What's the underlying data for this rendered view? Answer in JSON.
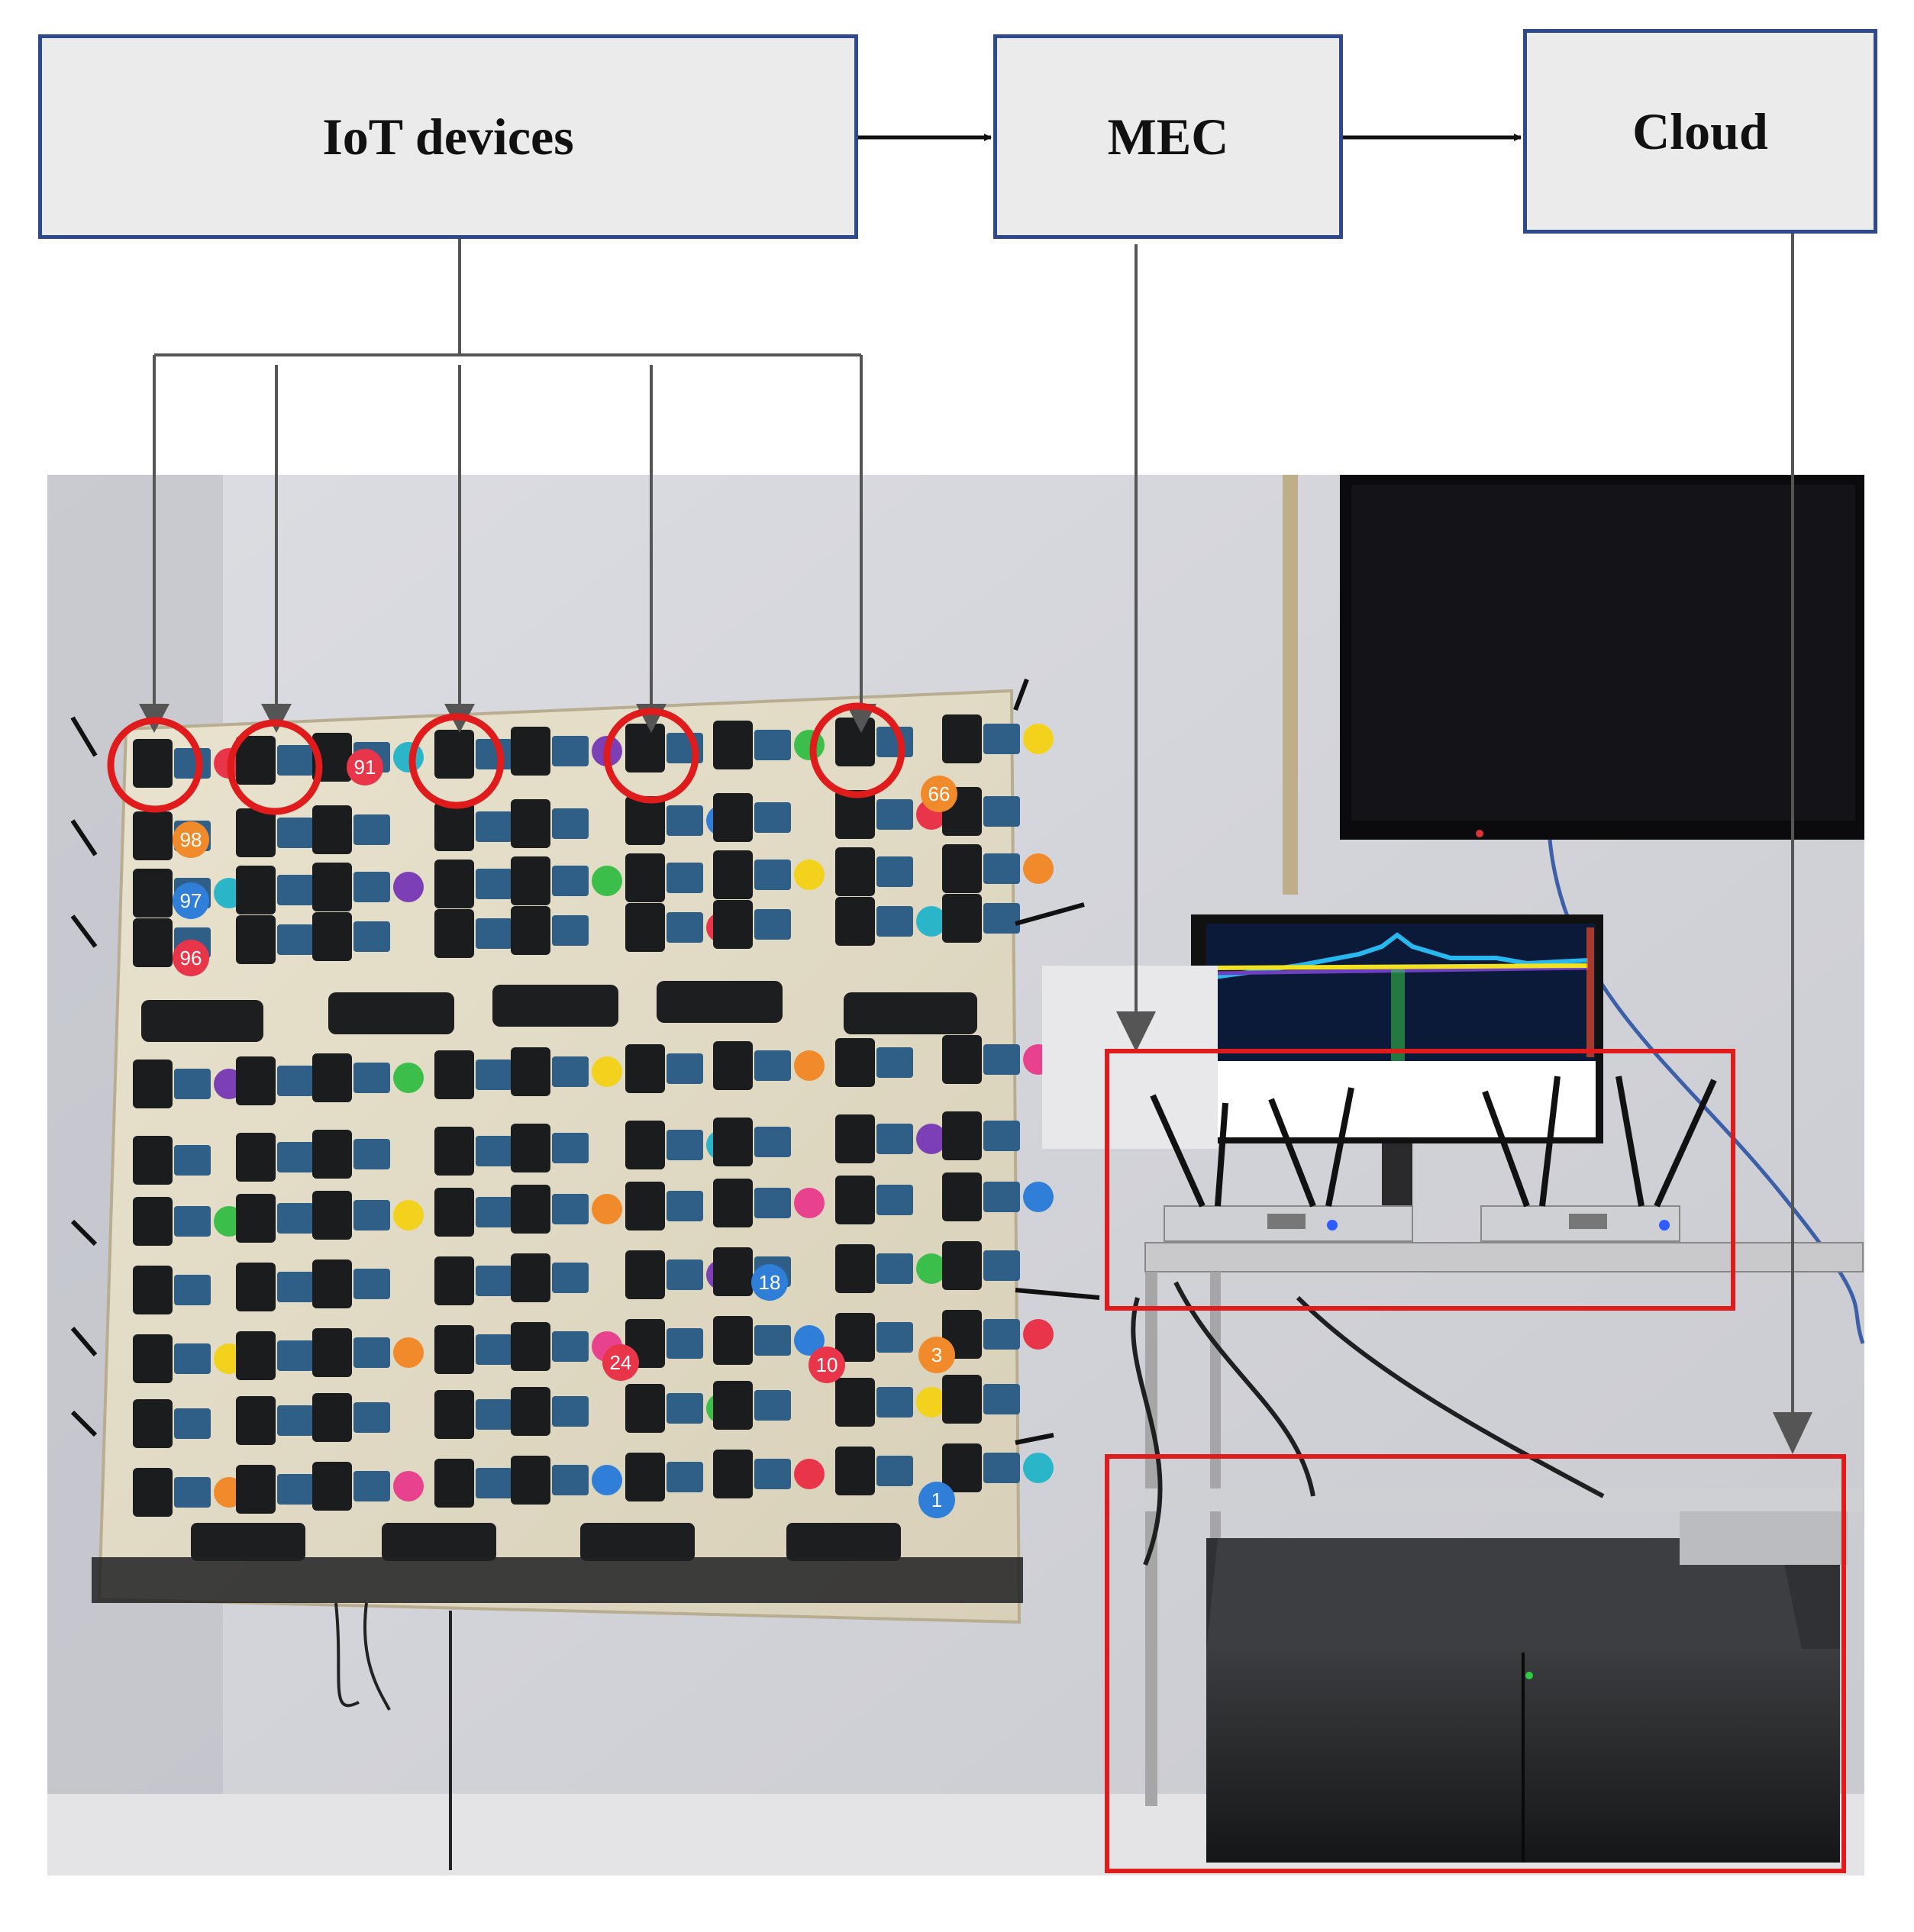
{
  "boxes": {
    "iot": "IoT devices",
    "mec": "MEC",
    "cloud": "Cloud"
  },
  "colors": {
    "box_border": "#2e4a8c",
    "box_fill": "#ebebeb",
    "connector": "#555555",
    "highlight": "#e01b1b"
  },
  "photo": {
    "board_numbers": [
      "91",
      "98",
      "97",
      "96",
      "66",
      "18",
      "10",
      "3",
      "1",
      "24"
    ]
  }
}
